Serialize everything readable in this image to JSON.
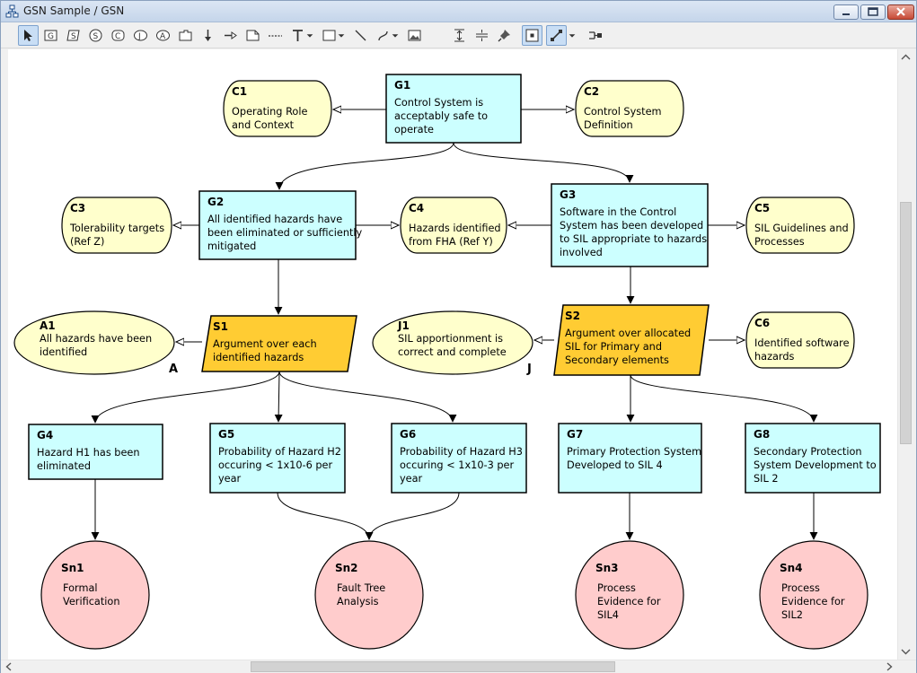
{
  "window": {
    "title": "GSN Sample / GSN"
  },
  "toolbar": {
    "tools": [
      "select-tool",
      "goal-tool",
      "strategy-tool",
      "solution-tool",
      "context-tool",
      "justification-tool",
      "assumption-tool",
      "module-tool",
      "supported-by-tool",
      "in-context-of-tool",
      "note-tool",
      "dashed-line-tool",
      "text-tool",
      "rectangle-tool",
      "line-tool",
      "curve-tool",
      "image-tool",
      "align-vertical-tool",
      "align-horizontal-tool",
      "pin-tool",
      "snap-tool",
      "connector-style-tool",
      "layout-tool"
    ]
  },
  "colors": {
    "goal": "#ccffff",
    "context": "#ffffcc",
    "strategy": "#ffcc33",
    "solution": "#ffcccc",
    "border": "#000000",
    "edge": "#000000"
  },
  "diagram": {
    "nodes": [
      {
        "id": "G1",
        "kind": "goal",
        "lines": [
          "Control System is",
          "acceptably safe to",
          "operate"
        ]
      },
      {
        "id": "C1",
        "kind": "context",
        "lines": [
          "Operating Role",
          "and Context"
        ]
      },
      {
        "id": "C2",
        "kind": "context",
        "lines": [
          "Control System",
          "Definition"
        ]
      },
      {
        "id": "G2",
        "kind": "goal",
        "lines": [
          "All identified hazards have",
          "been eliminated or sufficiently",
          "mitigated"
        ]
      },
      {
        "id": "G3",
        "kind": "goal",
        "lines": [
          "Software in the Control",
          "System has been developed",
          "to SIL appropriate to hazards",
          "involved"
        ]
      },
      {
        "id": "C3",
        "kind": "context",
        "lines": [
          "Tolerability targets",
          "(Ref Z)"
        ]
      },
      {
        "id": "C4",
        "kind": "context",
        "lines": [
          "Hazards identified",
          "from FHA (Ref Y)"
        ]
      },
      {
        "id": "C5",
        "kind": "context",
        "lines": [
          "SIL Guidelines and",
          "Processes"
        ]
      },
      {
        "id": "S1",
        "kind": "strategy",
        "lines": [
          "Argument over each",
          "identified hazards"
        ]
      },
      {
        "id": "S2",
        "kind": "strategy",
        "lines": [
          "Argument over allocated",
          "SIL for Primary and",
          "Secondary elements"
        ]
      },
      {
        "id": "A1",
        "kind": "assumption",
        "lines": [
          "All hazards have been",
          "identified"
        ],
        "marker": "A"
      },
      {
        "id": "J1",
        "kind": "justification",
        "lines": [
          "SIL apportionment is",
          "correct and complete"
        ],
        "marker": "J"
      },
      {
        "id": "C6",
        "kind": "context",
        "lines": [
          "Identified software",
          "hazards"
        ]
      },
      {
        "id": "G4",
        "kind": "goal",
        "lines": [
          "Hazard H1 has been",
          "eliminated"
        ]
      },
      {
        "id": "G5",
        "kind": "goal",
        "lines": [
          "Probability of Hazard H2",
          "occuring < 1x10-6 per",
          "year"
        ]
      },
      {
        "id": "G6",
        "kind": "goal",
        "lines": [
          "Probability of Hazard H3",
          "occuring < 1x10-3 per",
          "year"
        ]
      },
      {
        "id": "G7",
        "kind": "goal",
        "lines": [
          "Primary Protection System",
          "Developed to SIL 4"
        ]
      },
      {
        "id": "G8",
        "kind": "goal",
        "lines": [
          "Secondary Protection",
          "System Development to",
          "SIL 2"
        ]
      },
      {
        "id": "Sn1",
        "kind": "solution",
        "lines": [
          "Formal",
          "Verification"
        ]
      },
      {
        "id": "Sn2",
        "kind": "solution",
        "lines": [
          "Fault Tree",
          "Analysis"
        ]
      },
      {
        "id": "Sn3",
        "kind": "solution",
        "lines": [
          "Process",
          "Evidence for",
          "SIL4"
        ]
      },
      {
        "id": "Sn4",
        "kind": "solution",
        "lines": [
          "Process",
          "Evidence for",
          "SIL2"
        ]
      }
    ],
    "edges": [
      {
        "from": "G1",
        "to": "C1",
        "type": "in-context-of"
      },
      {
        "from": "G1",
        "to": "C2",
        "type": "in-context-of"
      },
      {
        "from": "G1",
        "to": "G2",
        "type": "supported-by"
      },
      {
        "from": "G1",
        "to": "G3",
        "type": "supported-by"
      },
      {
        "from": "G2",
        "to": "C3",
        "type": "in-context-of"
      },
      {
        "from": "G2",
        "to": "C4",
        "type": "in-context-of"
      },
      {
        "from": "G3",
        "to": "C4",
        "type": "in-context-of"
      },
      {
        "from": "G3",
        "to": "C5",
        "type": "in-context-of"
      },
      {
        "from": "G2",
        "to": "S1",
        "type": "supported-by"
      },
      {
        "from": "G3",
        "to": "S2",
        "type": "supported-by"
      },
      {
        "from": "S1",
        "to": "A1",
        "type": "in-context-of"
      },
      {
        "from": "S2",
        "to": "J1",
        "type": "in-context-of"
      },
      {
        "from": "S2",
        "to": "C6",
        "type": "in-context-of"
      },
      {
        "from": "S1",
        "to": "G4",
        "type": "supported-by"
      },
      {
        "from": "S1",
        "to": "G5",
        "type": "supported-by"
      },
      {
        "from": "S1",
        "to": "G6",
        "type": "supported-by"
      },
      {
        "from": "S2",
        "to": "G7",
        "type": "supported-by"
      },
      {
        "from": "S2",
        "to": "G8",
        "type": "supported-by"
      },
      {
        "from": "G4",
        "to": "Sn1",
        "type": "supported-by"
      },
      {
        "from": "G5",
        "to": "Sn2",
        "type": "supported-by"
      },
      {
        "from": "G6",
        "to": "Sn2",
        "type": "supported-by"
      },
      {
        "from": "G7",
        "to": "Sn3",
        "type": "supported-by"
      },
      {
        "from": "G8",
        "to": "Sn4",
        "type": "supported-by"
      }
    ]
  }
}
